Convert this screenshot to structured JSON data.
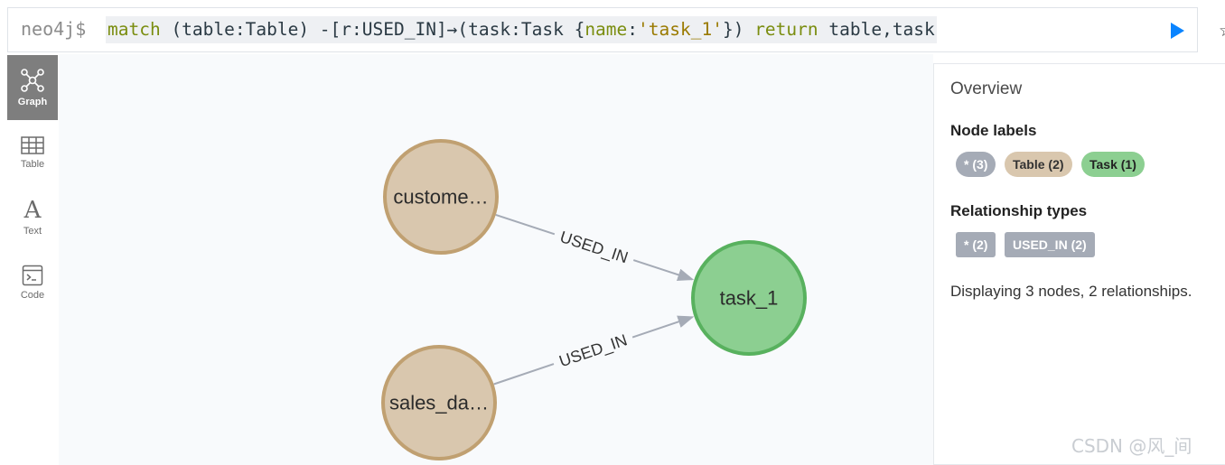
{
  "editor": {
    "prompt": "neo4j$",
    "query_tokens": [
      {
        "text": "match",
        "kind": "kw"
      },
      {
        "text": " (table:Table) -[r:USED_IN]→(task:Task {",
        "kind": "plain"
      },
      {
        "text": "name",
        "kind": "kw"
      },
      {
        "text": ":",
        "kind": "plain"
      },
      {
        "text": "'task_1'",
        "kind": "str"
      },
      {
        "text": "}) ",
        "kind": "plain"
      },
      {
        "text": "return",
        "kind": "kw"
      },
      {
        "text": " table,task",
        "kind": "plain"
      }
    ],
    "run_icon": "play-icon",
    "favorite_icon": "star-icon",
    "run_color": "#0a84ff"
  },
  "views": [
    {
      "label": "Graph",
      "icon": "graph-icon",
      "active": true
    },
    {
      "label": "Table",
      "icon": "table-icon",
      "active": false
    },
    {
      "label": "Text",
      "icon": "text-icon",
      "active": false
    },
    {
      "label": "Code",
      "icon": "code-icon",
      "active": false
    }
  ],
  "graph": {
    "nodes": [
      {
        "id": "customer",
        "label": "custome…",
        "type": "Table"
      },
      {
        "id": "sales",
        "label": "sales_da…",
        "type": "Table"
      },
      {
        "id": "task1",
        "label": "task_1",
        "type": "Task"
      }
    ],
    "edges": [
      {
        "from": "customer",
        "to": "task1",
        "label": "USED_IN"
      },
      {
        "from": "sales",
        "to": "task1",
        "label": "USED_IN"
      }
    ],
    "colors": {
      "Table": {
        "fill": "#d9c7ae",
        "stroke": "#c0a071"
      },
      "Task": {
        "fill": "#8ccf91",
        "stroke": "#58b15e"
      },
      "edge": "#a5abb6"
    }
  },
  "overview": {
    "title": "Overview",
    "node_labels_heading": "Node labels",
    "node_labels": [
      {
        "text": "* (3)",
        "color": "#a5abb6",
        "text_color": "#ffffff"
      },
      {
        "text": "Table (2)",
        "color": "#d9c7ae",
        "text_color": "#333333"
      },
      {
        "text": "Task (1)",
        "color": "#8ccf91",
        "text_color": "#222222"
      }
    ],
    "rel_types_heading": "Relationship types",
    "rel_types": [
      {
        "text": "* (2)",
        "color": "#a5abb6",
        "text_color": "#ffffff"
      },
      {
        "text": "USED_IN (2)",
        "color": "#a5abb6",
        "text_color": "#ffffff"
      }
    ],
    "status": "Displaying 3 nodes, 2 relationships."
  },
  "watermark": "CSDN @风_间"
}
